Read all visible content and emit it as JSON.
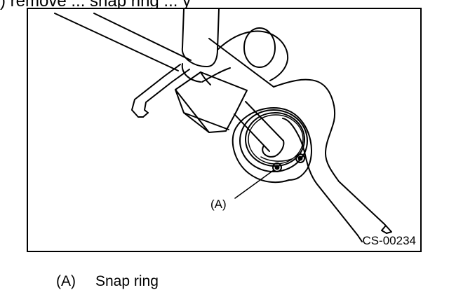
{
  "header_fragment": ") remove ... snap ring ... y",
  "figure": {
    "callout_label": "(A)",
    "code": "CS-00234"
  },
  "legend": {
    "key": "(A)",
    "text": "Snap ring"
  }
}
